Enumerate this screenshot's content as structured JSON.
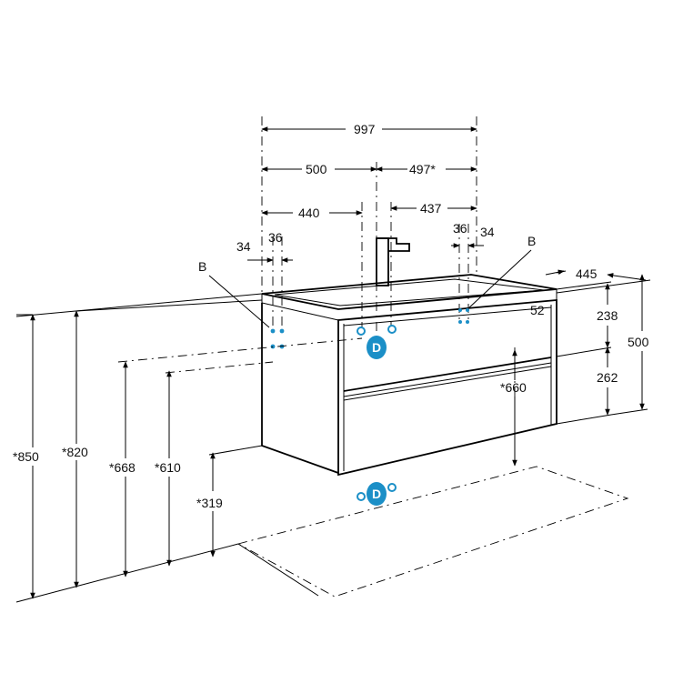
{
  "dimensions": {
    "total_width": "997",
    "left_to_center": "500",
    "center_to_right": "497*",
    "left_to_inlet": "440",
    "right_to_inlet": "437",
    "left_outer_34": "34",
    "left_inner_36": "36",
    "right_inner_36": "36",
    "right_outer_34": "34",
    "depth": "445",
    "top_upper": "238",
    "top_lower": "262",
    "height_total": "500",
    "side_52": "52",
    "floor_to_drain": "*660",
    "h_850": "*850",
    "h_820": "*820",
    "h_668": "*668",
    "h_610": "*610",
    "h_319": "*319"
  },
  "labels": {
    "hole_left": "B",
    "hole_right": "B",
    "drain_mark": "D",
    "drain_mark_bottom": "D"
  },
  "colors": {
    "line": "#000000",
    "accent": "#1b8fc7"
  }
}
